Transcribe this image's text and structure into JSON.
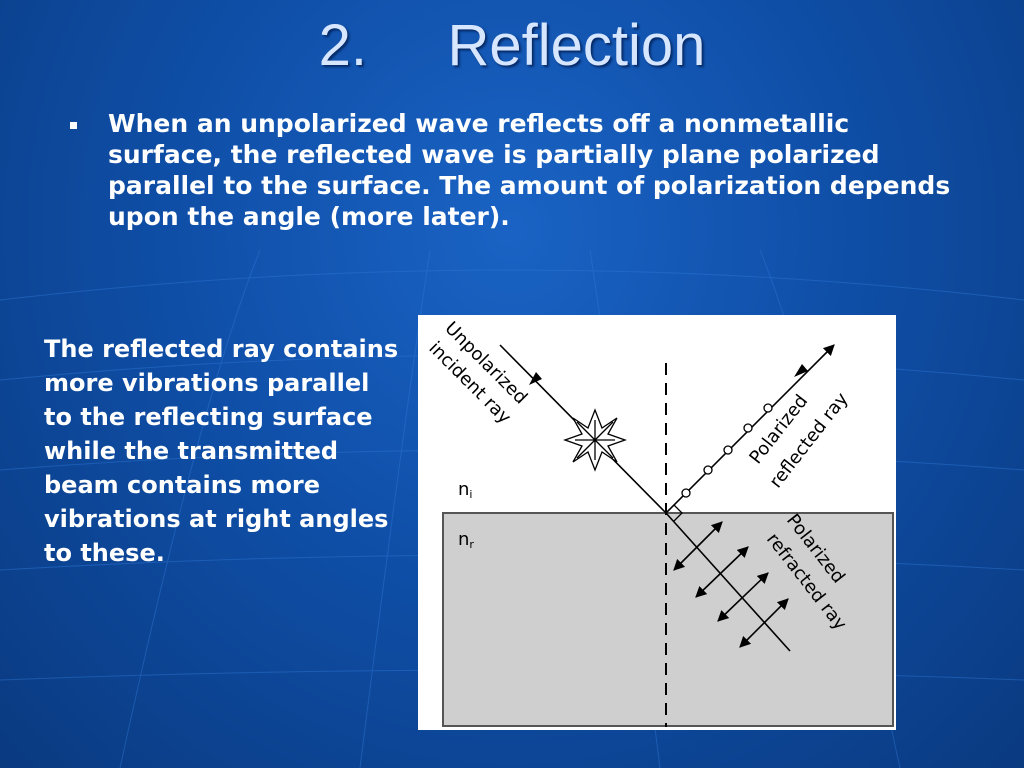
{
  "slide": {
    "title": "2.     Reflection",
    "bullet": "When an unpolarized wave reflects off a nonmetallic surface, the reflected wave is partially plane polarized parallel to the surface.  The amount of polarization depends upon the angle (more later).",
    "side_text": "The reflected ray contains more vibrations parallel to the reflecting surface while the transmitted beam contains more vibrations at right angles to these."
  },
  "diagram": {
    "incident_label": [
      "Unpolarized",
      "incident ray"
    ],
    "reflected_label": [
      "Polarized",
      "reflected ray"
    ],
    "refracted_label": [
      "Polarized",
      "refracted ray"
    ],
    "medium_i": "n",
    "medium_i_sub": "i",
    "medium_r": "n",
    "medium_r_sub": "r",
    "colors": {
      "upper_medium": "#ffffff",
      "lower_medium": "#cfcfcf",
      "lines": "#000000"
    }
  }
}
